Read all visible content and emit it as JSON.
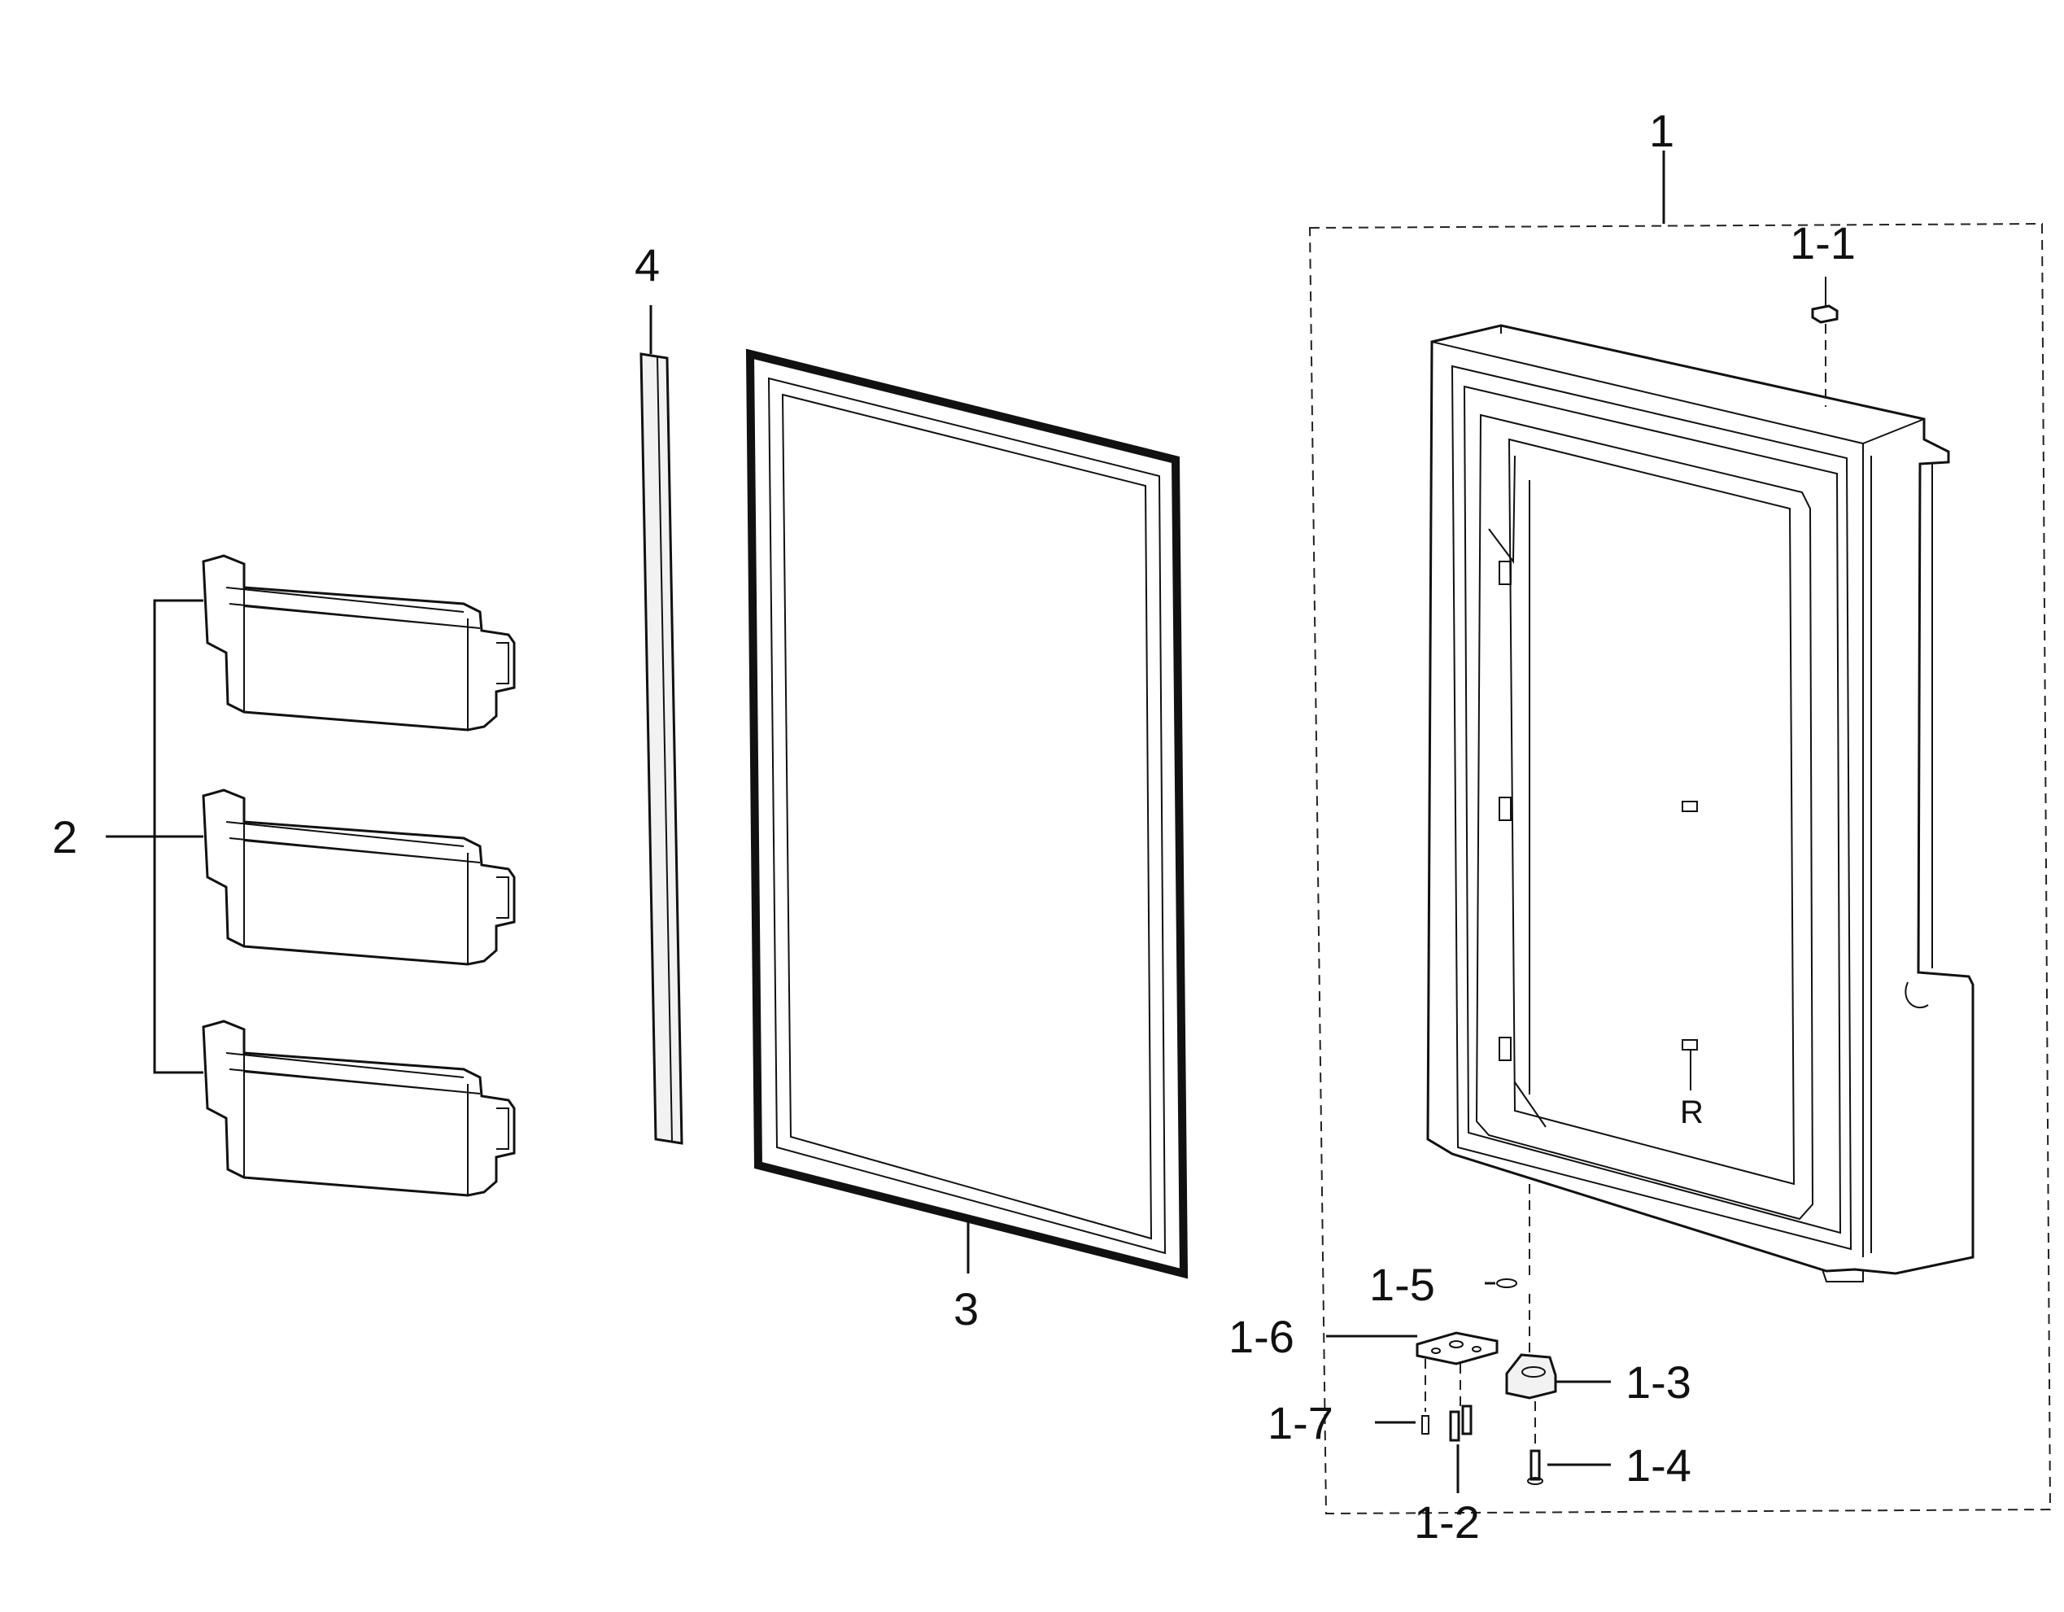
{
  "labels": {
    "p1": "1",
    "p1_1": "1-1",
    "p1_2": "1-2",
    "p1_3": "1-3",
    "p1_4": "1-4",
    "p1_5": "1-5",
    "p1_6": "1-6",
    "p1_7": "1-7",
    "p2": "2",
    "p3": "3",
    "p4": "4"
  },
  "door_mark": "R"
}
